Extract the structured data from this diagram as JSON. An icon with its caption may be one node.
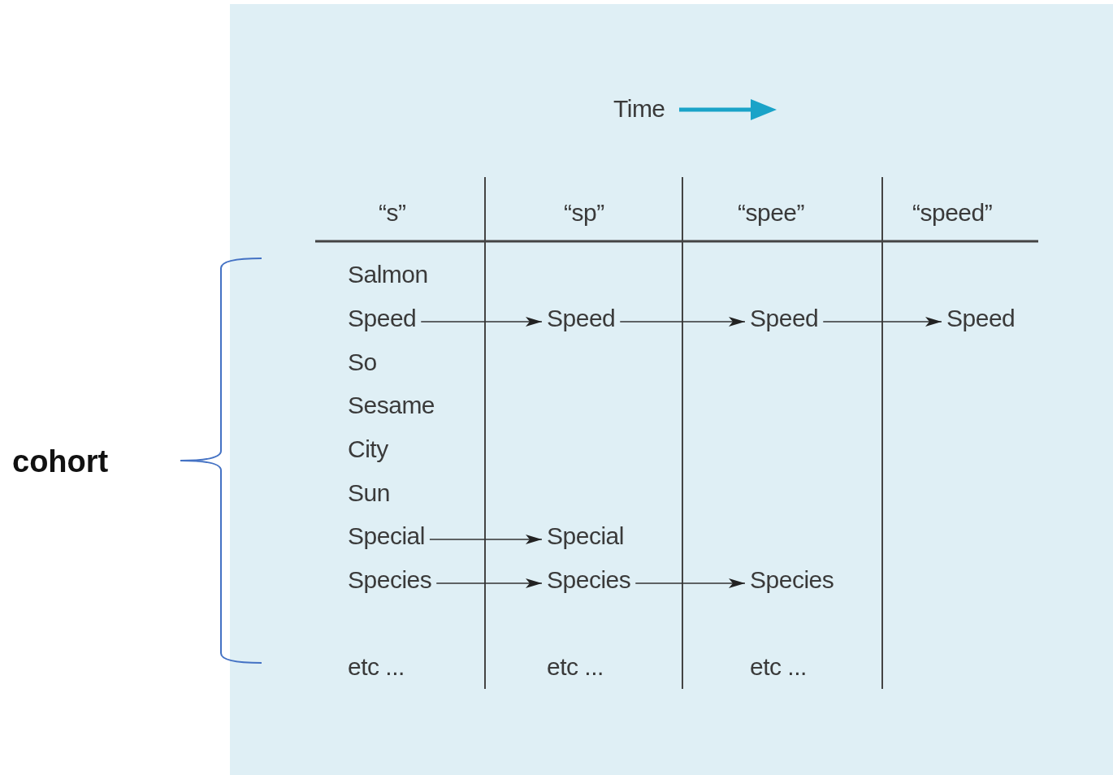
{
  "diagram": {
    "nodes": [
      {
        "text": [
          "Speed"
        ]
      },
      {
        "text": [
          "Speed"
        ]
      },
      {
        "text": [
          "Speed"
        ]
      },
      {
        "text": [
          "Speed"
        ]
      },
      {
        "text": [
          "Special"
        ]
      },
      {
        "text": [
          "Special"
        ]
      },
      {
        "text": [
          "Species"
        ]
      },
      {
        "text": [
          "Species"
        ]
      },
      {
        "text": [
          "Species"
        ]
      }
    ],
    "edges": [
      {
        "from": 0,
        "to": 1,
        "arrow": "to"
      },
      {
        "from": 1,
        "to": 2,
        "arrow": "to"
      },
      {
        "from": 2,
        "to": 3,
        "arrow": "to"
      },
      {
        "from": 4,
        "to": 5,
        "arrow": "to"
      },
      {
        "from": 6,
        "to": 7,
        "arrow": "to"
      },
      {
        "from": 7,
        "to": 8,
        "arrow": "to"
      }
    ],
    "labels": [
      "Time",
      "“s”",
      "“sp”",
      "“spee”",
      "“speed”",
      "Salmon",
      "So",
      "Sesame",
      "City",
      "Sun",
      "etc ...",
      "etc ...",
      "etc ...",
      "cohort"
    ]
  }
}
